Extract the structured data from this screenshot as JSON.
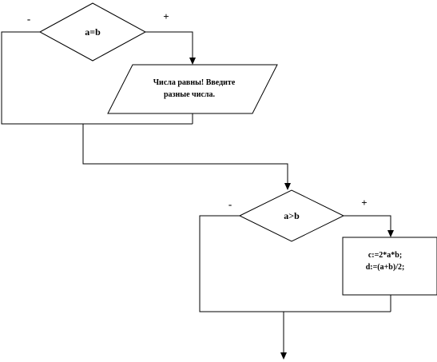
{
  "diagram": {
    "decision1": {
      "text": "a=b",
      "no_label": "-",
      "yes_label": "+"
    },
    "output1": {
      "line1": "Числа равны! Введите",
      "line2": "разные числа."
    },
    "decision2": {
      "text": "a>b",
      "no_label": "-",
      "yes_label": "+"
    },
    "process1": {
      "line1": "c:=2*a*b;",
      "line2": "d:=(a+b)/2;"
    }
  }
}
